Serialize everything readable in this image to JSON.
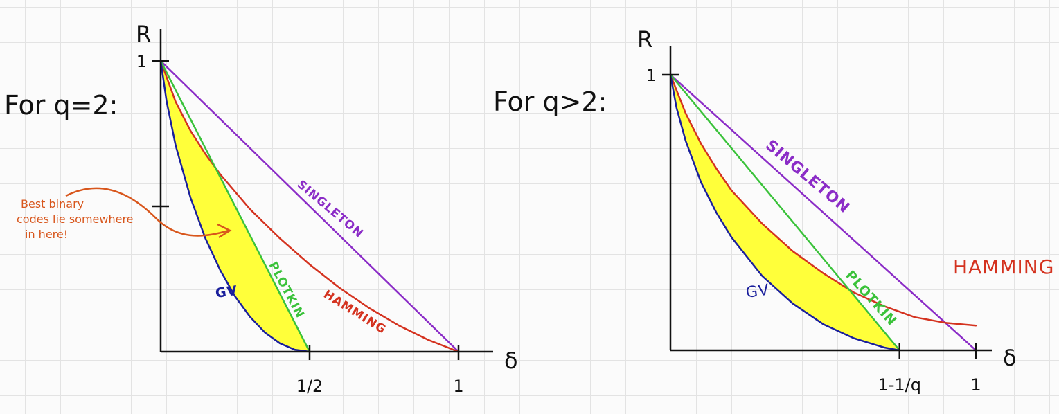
{
  "colors": {
    "singleton": "#8b2cc7",
    "hamming": "#d4321f",
    "plotkin": "#3ac23a",
    "gv": "#1a1f9c",
    "region": "#ffff3a",
    "annotation": "#d8561c",
    "axis": "#111111"
  },
  "chart_data": [
    {
      "type": "line",
      "label": "For q=2:",
      "xlabel": "δ",
      "ylabel": "R",
      "xlim": [
        0,
        1
      ],
      "ylim": [
        0,
        1
      ],
      "x_ticks": [
        {
          "value": 0.5,
          "label": "1/2"
        },
        {
          "value": 1,
          "label": "1"
        }
      ],
      "y_ticks": [
        {
          "value": 0.5,
          "label": ""
        },
        {
          "value": 1,
          "label": "1"
        }
      ],
      "series": [
        {
          "name": "SINGLETON",
          "key": "singleton",
          "x": [
            0,
            1
          ],
          "y": [
            1,
            0
          ]
        },
        {
          "name": "HAMMING",
          "key": "hamming",
          "x": [
            0,
            0.05,
            0.1,
            0.15,
            0.2,
            0.3,
            0.4,
            0.5,
            0.6,
            0.7,
            0.8,
            0.9,
            1.0
          ],
          "y": [
            1.0,
            0.86,
            0.76,
            0.68,
            0.61,
            0.49,
            0.39,
            0.3,
            0.22,
            0.15,
            0.09,
            0.04,
            0.0
          ]
        },
        {
          "name": "PLOTKIN",
          "key": "plotkin",
          "x": [
            0,
            0.5
          ],
          "y": [
            1,
            0
          ]
        },
        {
          "name": "GV",
          "key": "gv",
          "x": [
            0,
            0.02,
            0.05,
            0.1,
            0.15,
            0.2,
            0.25,
            0.3,
            0.35,
            0.4,
            0.45,
            0.5
          ],
          "y": [
            1.0,
            0.86,
            0.71,
            0.53,
            0.39,
            0.28,
            0.19,
            0.12,
            0.066,
            0.029,
            0.007,
            0.0
          ]
        }
      ],
      "annotation": "Best binary codes lie somewhere in here!"
    },
    {
      "type": "line",
      "label": "For q>2:",
      "xlabel": "δ",
      "ylabel": "R",
      "xlim": [
        0,
        1
      ],
      "ylim": [
        0,
        1
      ],
      "x_ticks": [
        {
          "value": 0.75,
          "label": "1-1/q"
        },
        {
          "value": 1,
          "label": "1"
        }
      ],
      "y_ticks": [
        {
          "value": 1,
          "label": "1"
        }
      ],
      "series": [
        {
          "name": "SINGLETON",
          "key": "singleton",
          "x": [
            0,
            1
          ],
          "y": [
            1,
            0
          ]
        },
        {
          "name": "HAMMING",
          "key": "hamming",
          "x": [
            0,
            0.05,
            0.1,
            0.15,
            0.2,
            0.3,
            0.4,
            0.5,
            0.6,
            0.7,
            0.8,
            0.9,
            1.0
          ],
          "y": [
            1.0,
            0.86,
            0.75,
            0.66,
            0.58,
            0.46,
            0.36,
            0.28,
            0.21,
            0.16,
            0.12,
            0.1,
            0.09
          ]
        },
        {
          "name": "PLOTKIN",
          "key": "plotkin",
          "x": [
            0,
            0.75
          ],
          "y": [
            1,
            0
          ]
        },
        {
          "name": "GV",
          "key": "gv",
          "x": [
            0,
            0.02,
            0.05,
            0.1,
            0.15,
            0.2,
            0.3,
            0.4,
            0.5,
            0.6,
            0.7,
            0.75
          ],
          "y": [
            1.0,
            0.88,
            0.76,
            0.61,
            0.5,
            0.41,
            0.27,
            0.17,
            0.095,
            0.044,
            0.01,
            0.0
          ]
        }
      ]
    }
  ]
}
